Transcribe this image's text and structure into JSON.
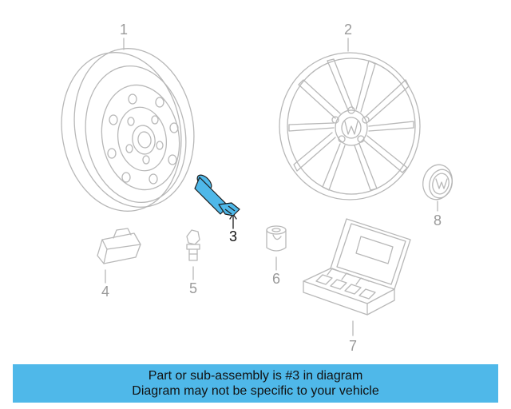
{
  "diagram": {
    "colors": {
      "line": "#b8b8b8",
      "highlight": "#4fb8e9",
      "highlight_stroke": "#1d1d1d",
      "callout_active": "#111111",
      "callout_inactive": "#9a9a9a"
    },
    "callouts": [
      {
        "id": "1",
        "label": "1",
        "part": "steel-wheel",
        "highlighted": false
      },
      {
        "id": "2",
        "label": "2",
        "part": "alloy-wheel",
        "highlighted": false
      },
      {
        "id": "3",
        "label": "3",
        "part": "valve-stem",
        "highlighted": true
      },
      {
        "id": "4",
        "label": "4",
        "part": "tpms-sensor",
        "highlighted": false
      },
      {
        "id": "5",
        "label": "5",
        "part": "wheel-bolt",
        "highlighted": false
      },
      {
        "id": "6",
        "label": "6",
        "part": "lock-key-adapter",
        "highlighted": false
      },
      {
        "id": "7",
        "label": "7",
        "part": "lock-bolt-kit",
        "highlighted": false
      },
      {
        "id": "8",
        "label": "8",
        "part": "center-cap",
        "highlighted": false
      }
    ]
  },
  "banner": {
    "line1": "Part or sub-assembly is #3 in diagram",
    "line2": "Diagram may not be specific to your vehicle",
    "color": "#4fb8e9"
  }
}
